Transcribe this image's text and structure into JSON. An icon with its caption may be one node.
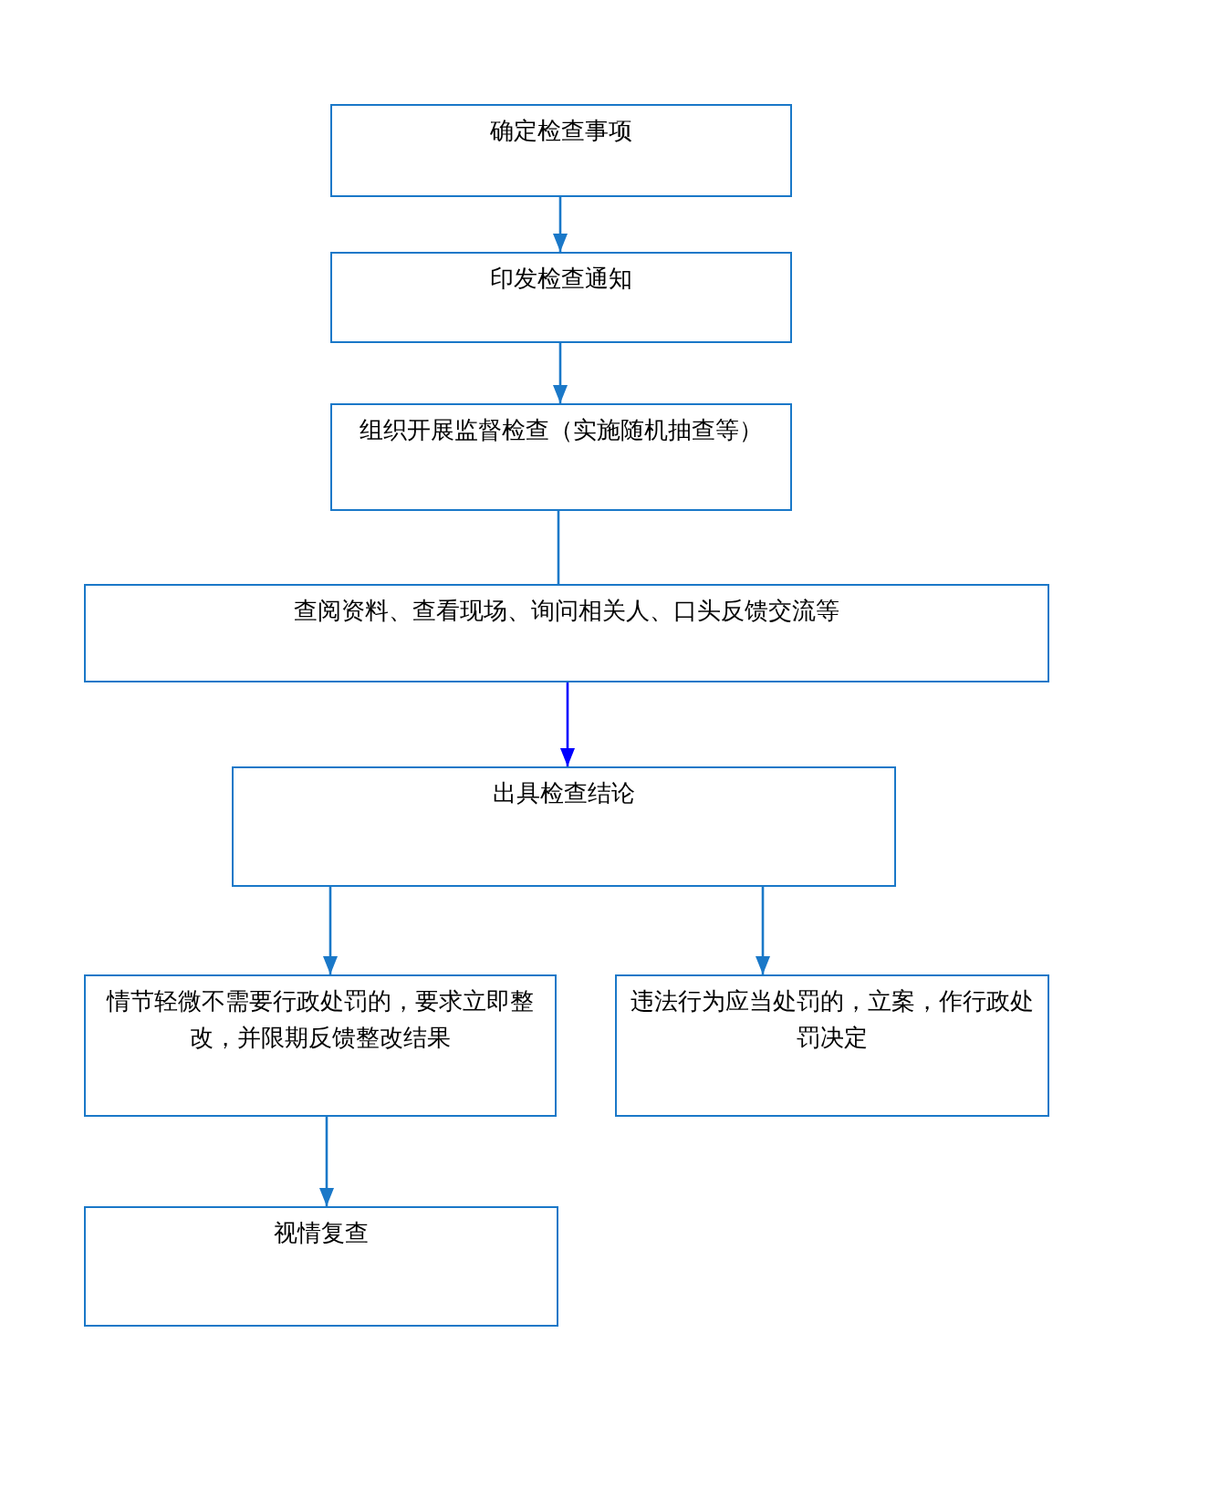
{
  "diagram": {
    "nodes": [
      {
        "text": [
          "确定检查事项"
        ]
      },
      {
        "text": [
          "印发检查通知"
        ]
      },
      {
        "text": [
          "组织开展监督检查（实施随机抽查等）"
        ]
      },
      {
        "text": [
          "查阅资料、查看现场、询问相关人、口头反馈交流等"
        ]
      },
      {
        "text": [
          "出具检查结论"
        ]
      },
      {
        "text": [
          "情节轻微不需要行政处罚的，要求立即整改，并限期反馈整改结果"
        ]
      },
      {
        "text": [
          "违法行为应当处罚的，立案，作行政处罚决定"
        ]
      },
      {
        "text": [
          "视情复查"
        ]
      }
    ],
    "edges": [
      {
        "from": 0,
        "to": 1,
        "arrow": "to"
      },
      {
        "from": 1,
        "to": 2,
        "arrow": "to"
      },
      {
        "from": 2,
        "to": 3,
        "arrow": "none"
      },
      {
        "from": 3,
        "to": 4,
        "arrow": "to",
        "color": "#0000ff"
      },
      {
        "from": 4,
        "to": 5,
        "arrow": "to"
      },
      {
        "from": 4,
        "to": 6,
        "arrow": "to"
      },
      {
        "from": 5,
        "to": 7,
        "arrow": "to"
      }
    ]
  }
}
